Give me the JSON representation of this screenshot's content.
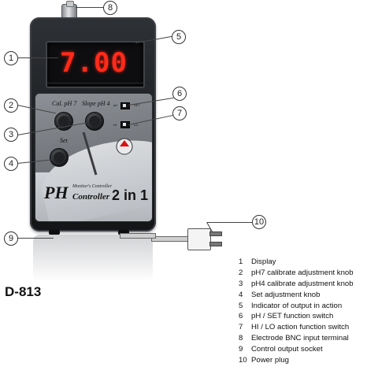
{
  "display": {
    "reading": "7.00"
  },
  "panel": {
    "cal_ph7_label": "Cal. pH 7",
    "slope_ph4_label": "Slope pH 4",
    "set_label": "Set",
    "hi_lo_small": [
      "HI",
      "LO"
    ],
    "ph_set_small": [
      "pH",
      "SET"
    ]
  },
  "brand": {
    "ph": "PH",
    "subtitle": "Monitor's Controller",
    "controller": "Controller",
    "two_in_one": "2 in 1"
  },
  "callouts": [
    "1",
    "2",
    "3",
    "4",
    "5",
    "6",
    "7",
    "8",
    "9",
    "10"
  ],
  "model": "D-813",
  "legend": [
    {
      "num": "1",
      "text": "Display"
    },
    {
      "num": "2",
      "text": "pH7 calibrate adjustment knob"
    },
    {
      "num": "3",
      "text": "pH4 calibrate adjustment knob"
    },
    {
      "num": "4",
      "text": "Set adjustment knob"
    },
    {
      "num": "5",
      "text": "Indicator of output in action"
    },
    {
      "num": "6",
      "text": "pH / SET function switch"
    },
    {
      "num": "7",
      "text": "HI / LO action function switch"
    },
    {
      "num": "8",
      "text": "Electrode BNC input terminal"
    },
    {
      "num": "9",
      "text": "Control output socket"
    },
    {
      "num": "10",
      "text": "Power plug"
    }
  ],
  "colors": {
    "display_red": "#ff2a1a",
    "body_dark": "#1d1f22",
    "panel_grey": "#8d9196"
  }
}
